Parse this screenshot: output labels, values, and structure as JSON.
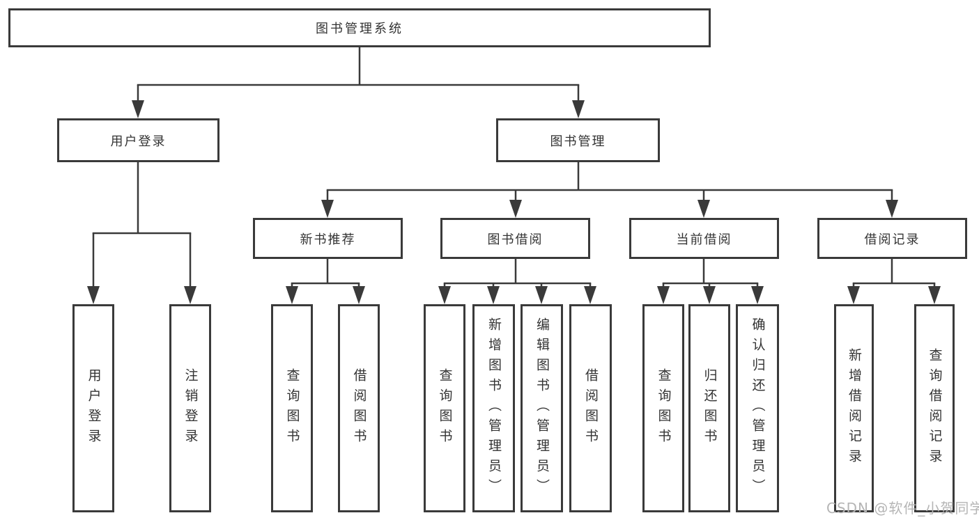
{
  "tree": {
    "label": "图书管理系统",
    "children": [
      {
        "label": "用户登录",
        "children": [
          {
            "label": "用户登录"
          },
          {
            "label": "注销登录"
          }
        ]
      },
      {
        "label": "图书管理",
        "children": [
          {
            "label": "新书推荐",
            "children": [
              {
                "label": "查询图书"
              },
              {
                "label": "借阅图书"
              }
            ]
          },
          {
            "label": "图书借阅",
            "children": [
              {
                "label": "查询图书"
              },
              {
                "label": "新增图书（管理员）"
              },
              {
                "label": "编辑图书（管理员）"
              },
              {
                "label": "借阅图书"
              }
            ]
          },
          {
            "label": "当前借阅",
            "children": [
              {
                "label": "查询图书"
              },
              {
                "label": "归还图书"
              },
              {
                "label": "确认归还（管理员）"
              }
            ]
          },
          {
            "label": "借阅记录",
            "children": [
              {
                "label": "新增借阅记录"
              },
              {
                "label": "查询借阅记录"
              }
            ]
          }
        ]
      }
    ]
  },
  "watermark": {
    "text": "CSDN @软件_小贺同学"
  },
  "colors": {
    "line": "#3a3a3a",
    "box_border": "#3a3a3a",
    "text": "#333333",
    "background": "#ffffff",
    "watermark": "#b5b5b5"
  }
}
